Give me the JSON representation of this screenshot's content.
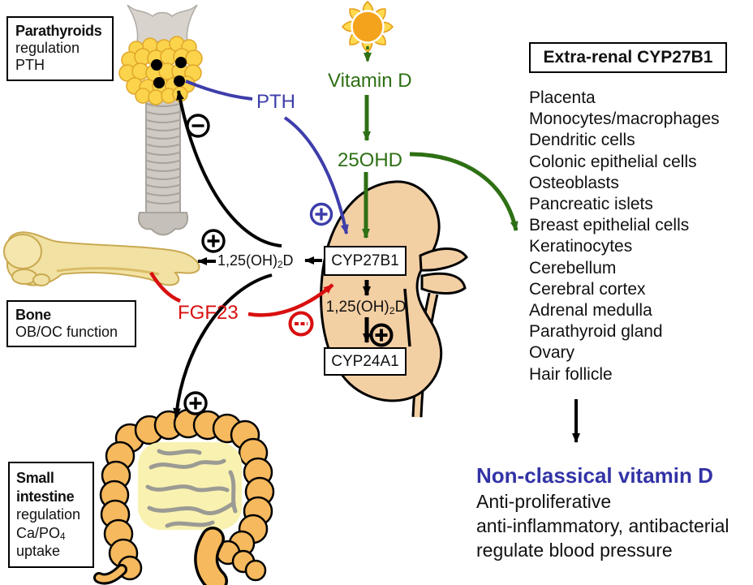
{
  "colors": {
    "green": "#2E7014",
    "blue": "#3D3DAB",
    "title_blue": "#3333A6",
    "red": "#D90F0F",
    "kidney_tan": "#F3CFA4",
    "colon_orange": "#F6B95E",
    "parathyroid_yellow": "#FBD44C"
  },
  "boxes": {
    "parathyroids": {
      "title": "Parathyroids",
      "line1": "regulation",
      "line2": "PTH"
    },
    "bone": {
      "title": "Bone",
      "line1": "OB/OC function"
    },
    "small_intestine": {
      "title1": "Small",
      "title2": "intestine",
      "line1": "regulation",
      "line2_pre": "Ca/PO",
      "line2_sub": "4",
      "line3": "uptake"
    },
    "extra_renal": {
      "title": "Extra-renal CYP27B1",
      "items": [
        "Placenta",
        "Monocytes/macrophages",
        "Dendritic cells",
        "Colonic epithelial cells",
        "Osteoblasts",
        "Pancreatic islets",
        "Breast epithelial cells",
        "Keratinocytes",
        "Cerebellum",
        "Cerebral cortex",
        "Adrenal medulla",
        "Parathyroid gland",
        "Ovary",
        "Hair follicle"
      ]
    }
  },
  "labels": {
    "vitamin_d": "Vitamin D",
    "ohd25": "25OHD",
    "pth": "PTH",
    "fgf23": "FGF23",
    "cyp27b1": "CYP27B1",
    "cyp24a1": "CYP24A1",
    "dihydroxy_pre": "1,25(OH)",
    "dihydroxy_sub": "2",
    "dihydroxy_post": "D"
  },
  "nonclassical": {
    "title": "Non-classical vitamin D",
    "line1": "Anti-proliferative",
    "line2": "anti-inflammatory, antibacterial",
    "line3": "regulate blood pressure"
  }
}
